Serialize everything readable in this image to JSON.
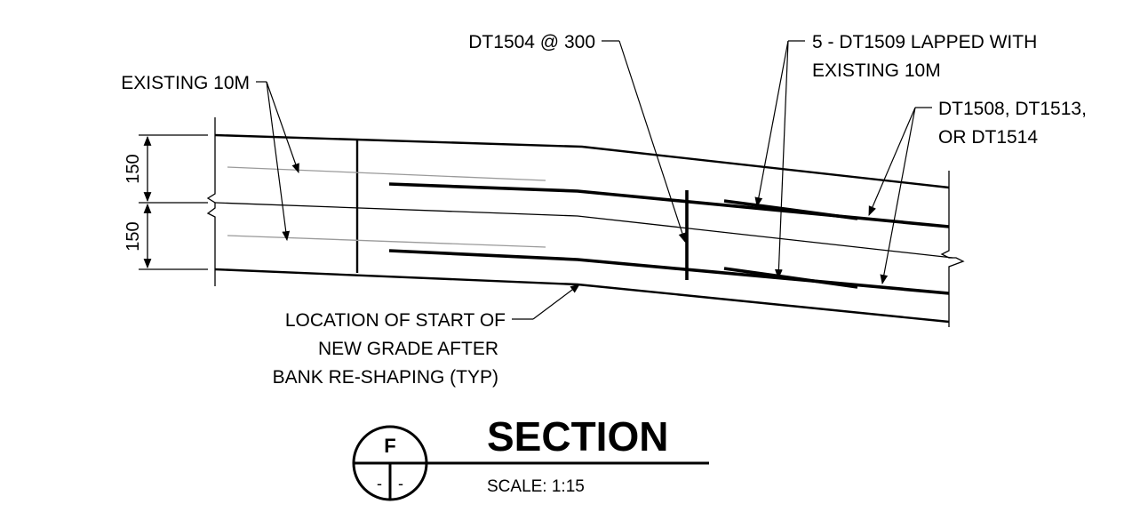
{
  "labels": {
    "existing_10m": "EXISTING 10M",
    "dt1504": "DT1504 @ 300",
    "dt1509_line1": "5 - DT1509 LAPPED WITH",
    "dt1509_line2": "EXISTING 10M",
    "dt1508_line1": "DT1508, DT1513,",
    "dt1508_line2": "OR DT1514",
    "location_line1": "LOCATION OF START OF",
    "location_line2": "NEW GRADE AFTER",
    "location_line3": "BANK RE-SHAPING (TYP)"
  },
  "dimensions": {
    "upper": "150",
    "lower": "150"
  },
  "section_mark": {
    "letter": "F",
    "sheet_left": "-",
    "sheet_right": "-"
  },
  "title": {
    "text": "SECTION",
    "scale": "SCALE: 1:15"
  }
}
